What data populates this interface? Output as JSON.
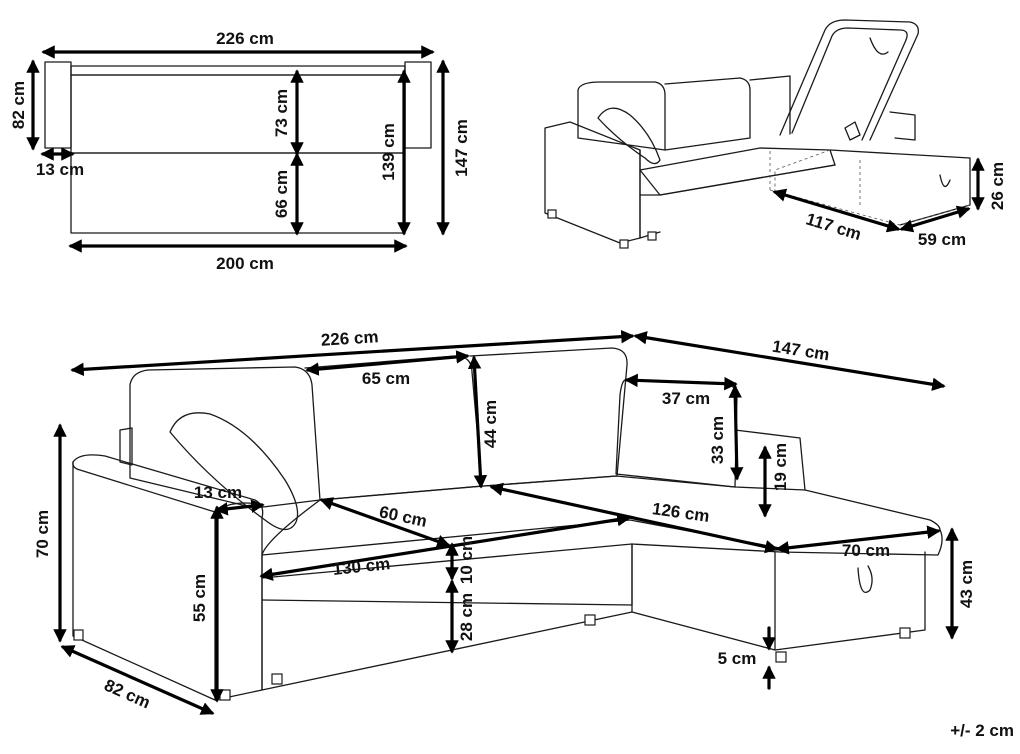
{
  "top_view": {
    "width_total": "226 cm",
    "depth_back": "82 cm",
    "armrest": "13 cm",
    "backrest_depth": "73 cm",
    "seat_depth": "66 cm",
    "bed_length": "139 cm",
    "chaise_depth": "147 cm",
    "bed_width": "200 cm"
  },
  "storage_view": {
    "storage_length": "117 cm",
    "storage_width": "59 cm",
    "storage_height": "26 cm"
  },
  "main_view": {
    "width_total": "226 cm",
    "chaise_length": "147 cm",
    "cushion_width": "65 cm",
    "cushion_height": "44 cm",
    "chaise_cushion_width": "37 cm",
    "chaise_cushion_height": "33 cm",
    "chaise_backrest_height": "19 cm",
    "armrest_width": "13 cm",
    "seat_depth": "60 cm",
    "chaise_seat_length": "126 cm",
    "total_height": "70 cm",
    "arm_height": "55 cm",
    "seat_width": "130 cm",
    "seat_thickness": "10 cm",
    "seat_height": "28 cm",
    "chaise_width": "70 cm",
    "chaise_height": "43 cm",
    "leg_height": "5 cm",
    "depth": "82 cm"
  },
  "tolerance": "+/- 2 cm"
}
